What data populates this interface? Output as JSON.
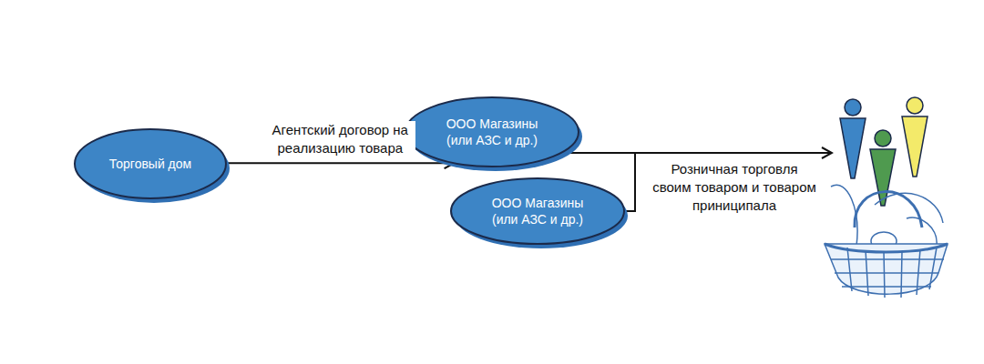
{
  "diagram": {
    "nodes": [
      {
        "text": [
          "Торговый дом"
        ]
      },
      {
        "text": [
          "ООО Магазины (или АЗС и др.)"
        ]
      },
      {
        "text": [
          "ООО Магазины (или АЗС и др.)"
        ]
      }
    ],
    "edges": [
      {
        "from": 0,
        "to": 1,
        "label": "Агентский договор на реализацию товара",
        "arrow": "to"
      }
    ],
    "labels": [
      "Розничная торговля своим товаром и товаром приниципала"
    ]
  }
}
